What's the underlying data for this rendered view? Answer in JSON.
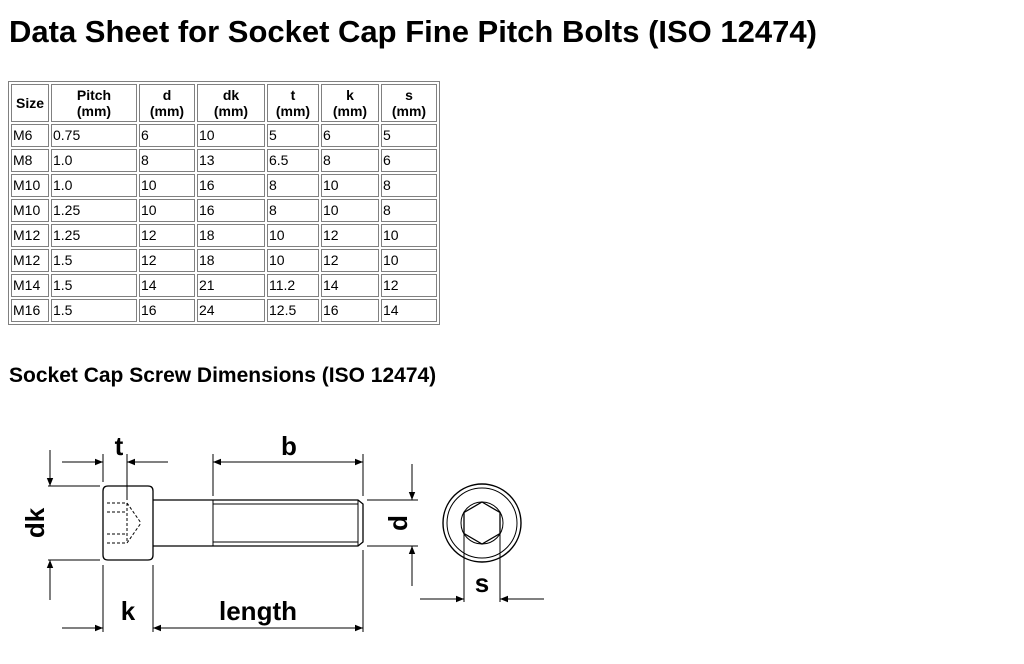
{
  "page": {
    "title": "Data Sheet for Socket Cap Fine Pitch Bolts (ISO 12474)",
    "subtitle": "Socket Cap Screw Dimensions (ISO 12474)"
  },
  "table": {
    "headers": [
      [
        "Size",
        ""
      ],
      [
        "Pitch",
        "(mm)"
      ],
      [
        "d",
        "(mm)"
      ],
      [
        "dk",
        "(mm)"
      ],
      [
        "t",
        "(mm)"
      ],
      [
        "k",
        "(mm)"
      ],
      [
        "s",
        "(mm)"
      ]
    ],
    "rows": [
      [
        "M6",
        "0.75",
        "6",
        "10",
        "5",
        "6",
        "5"
      ],
      [
        "M8",
        "1.0",
        "8",
        "13",
        "6.5",
        "8",
        "6"
      ],
      [
        "M10",
        "1.0",
        "10",
        "16",
        "8",
        "10",
        "8"
      ],
      [
        "M10",
        "1.25",
        "10",
        "16",
        "8",
        "10",
        "8"
      ],
      [
        "M12",
        "1.25",
        "12",
        "18",
        "10",
        "12",
        "10"
      ],
      [
        "M12",
        "1.5",
        "12",
        "18",
        "10",
        "12",
        "10"
      ],
      [
        "M14",
        "1.5",
        "14",
        "21",
        "11.2",
        "14",
        "12"
      ],
      [
        "M16",
        "1.5",
        "16",
        "24",
        "12.5",
        "16",
        "14"
      ]
    ]
  },
  "diagram": {
    "labels": {
      "t": "t",
      "b": "b",
      "dk": "dk",
      "d": "d",
      "k": "k",
      "length": "length",
      "s": "s"
    }
  }
}
